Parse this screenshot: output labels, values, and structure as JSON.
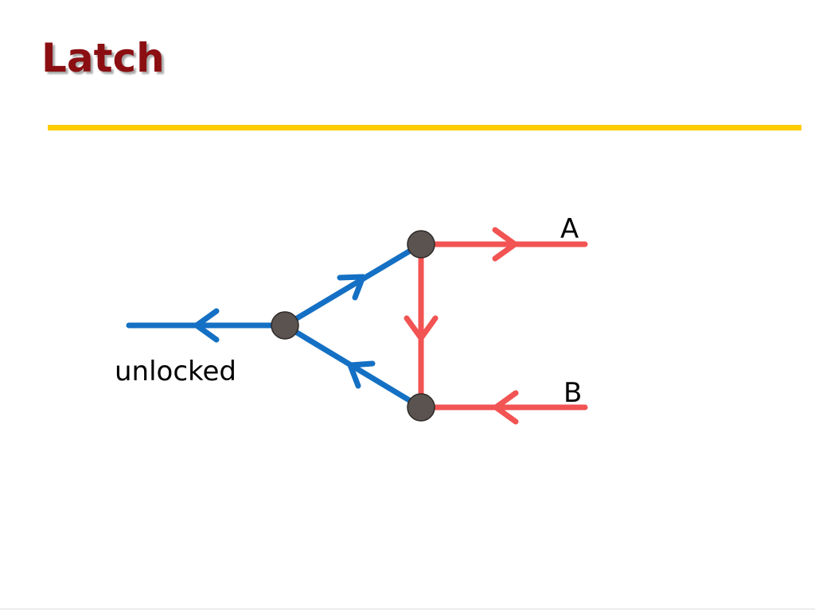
{
  "slide": {
    "title": "Latch"
  },
  "diagram": {
    "labels": {
      "unlocked": "unlocked",
      "a": "A",
      "b": "B"
    },
    "colors": {
      "blue_edge": "#1470c4",
      "red_edge": "#f25353",
      "node_fill": "#5a534f",
      "title": "#8b0f12",
      "rule": "#ffcc00"
    }
  }
}
